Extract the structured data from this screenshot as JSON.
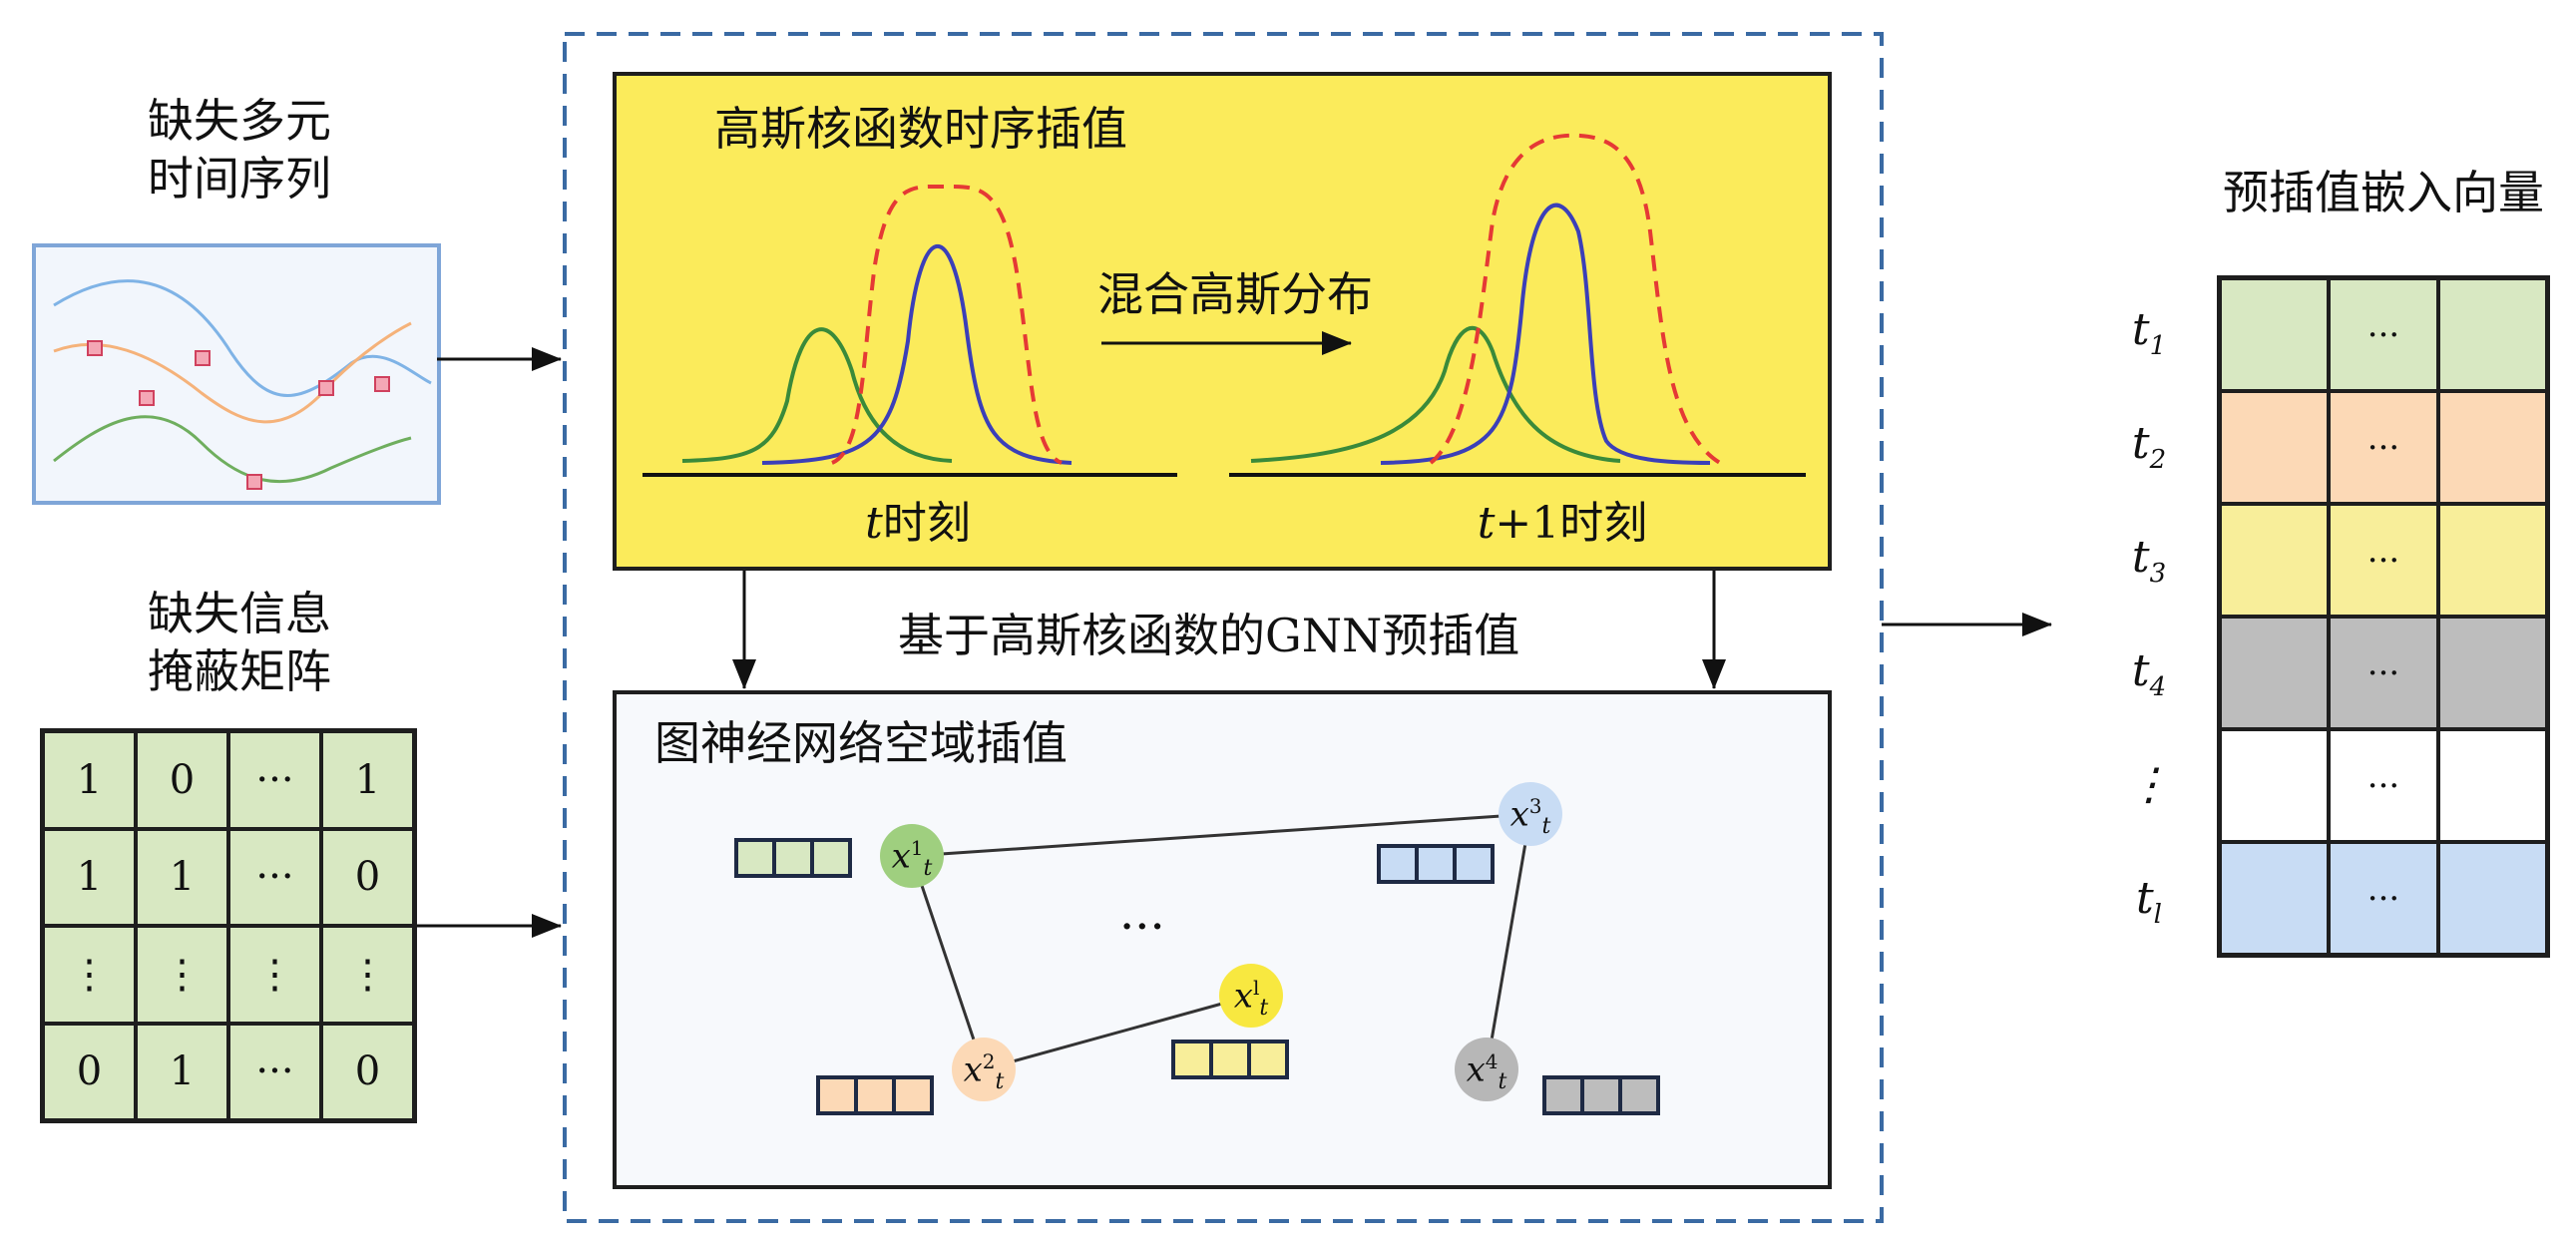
{
  "inputs": {
    "series_title_line1": "缺失多元",
    "series_title_line2": "时间序列",
    "mask_title_line1": "缺失信息",
    "mask_title_line2": "掩蔽矩阵",
    "mask_matrix": [
      [
        "1",
        "0",
        "···",
        "1"
      ],
      [
        "1",
        "1",
        "···",
        "0"
      ],
      [
        "⋮",
        "⋮",
        "⋮",
        "⋮"
      ],
      [
        "0",
        "1",
        "···",
        "0"
      ]
    ]
  },
  "gaussian_panel": {
    "title": "高斯核函数时序插值",
    "mixture_label": "混合高斯分布",
    "time_t_var": "t",
    "time_t_suffix": "时刻",
    "time_t1_var": "t",
    "time_t1_suffix": "+1时刻",
    "colors": {
      "background": "#fbeb5b",
      "green": "#3a8a3a",
      "blue": "#3b3fb8",
      "red": "#e53935"
    }
  },
  "middle_label": "基于高斯核函数的GNN预插值",
  "graph_panel": {
    "title": "图神经网络空域插值",
    "ellipsis": "···",
    "nodes": [
      {
        "id": "1",
        "var": "x",
        "sup": "1",
        "sub": "t",
        "color": "#9fcf7f"
      },
      {
        "id": "2",
        "var": "x",
        "sup": "2",
        "sub": "t",
        "color": "#fcd9b6"
      },
      {
        "id": "3",
        "var": "x",
        "sup": "3",
        "sub": "t",
        "color": "#c8dcf4"
      },
      {
        "id": "4",
        "var": "x",
        "sup": "4",
        "sub": "t",
        "color": "#b7b7b7"
      },
      {
        "id": "l",
        "var": "x",
        "sup": "l",
        "sub": "t",
        "color": "#f8e840"
      }
    ],
    "vector_colors": {
      "green": "#d8e8c2",
      "blue": "#c8dcf4",
      "orange": "#fcd9b6",
      "yellow": "#f8ee9a",
      "gray": "#bdbdbd"
    }
  },
  "output": {
    "title": "预插值嵌入向量",
    "rows": [
      {
        "t": "t",
        "sub": "1",
        "color": "#d8e8c2",
        "mid": "···"
      },
      {
        "t": "t",
        "sub": "2",
        "color": "#fcd9b6",
        "mid": "···"
      },
      {
        "t": "t",
        "sub": "3",
        "color": "#f8ee9a",
        "mid": "···"
      },
      {
        "t": "t",
        "sub": "4",
        "color": "#bdbdbd",
        "mid": "···"
      },
      {
        "t": "⋮",
        "sub": "",
        "color": "#ffffff",
        "mid": "···"
      },
      {
        "t": "t",
        "sub": "l",
        "color": "#c8dcf4",
        "mid": "···"
      }
    ]
  }
}
